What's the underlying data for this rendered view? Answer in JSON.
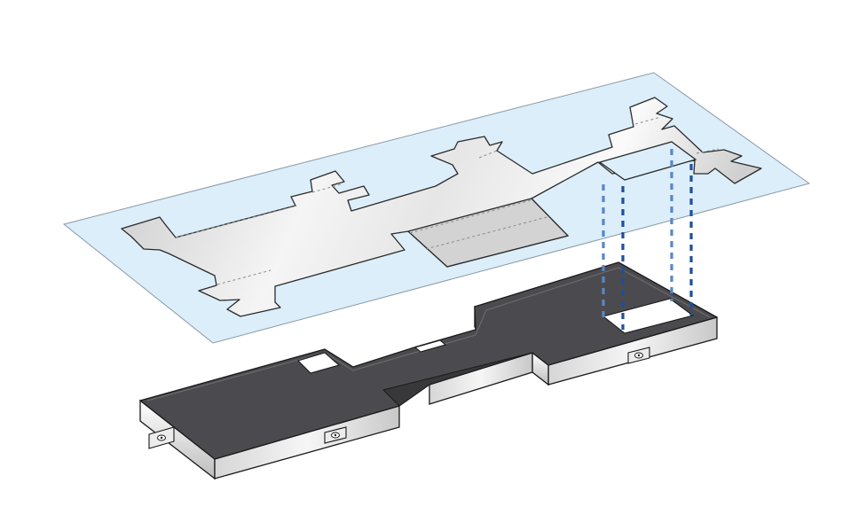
{
  "diagram": {
    "subject": "exploded-view-adhesive-shield-over-battery-tray",
    "colors": {
      "background": "#ffffff",
      "liner_fill": "#dbeefa",
      "liner_stroke": "#8a99a6",
      "foil_light": "#f4f4f4",
      "foil_dark": "#c2c2c2",
      "foil_stroke": "#2b2b2b",
      "tray_top": "#4b4b4f",
      "tray_side_light": "#f2f2f2",
      "tray_side_dark": "#bdbdbd",
      "tray_stroke": "#1a1a1a",
      "cutout_fill": "#ffffff",
      "alignment_lines": "#1f4e9c",
      "alignment_lines_light": "#5a86c6",
      "fold_lines": "#8a8a8a"
    },
    "parts": [
      {
        "id": "release-liner",
        "icon": "liner-sheet"
      },
      {
        "id": "foil-shield",
        "icon": "foil-sticker"
      },
      {
        "id": "tray",
        "icon": "battery-tray"
      },
      {
        "id": "alignment-guides",
        "icon": "dashed-alignment-lines",
        "count": 4
      },
      {
        "id": "screw-tabs",
        "icon": "screw-hole-tab",
        "count": 3
      }
    ]
  }
}
